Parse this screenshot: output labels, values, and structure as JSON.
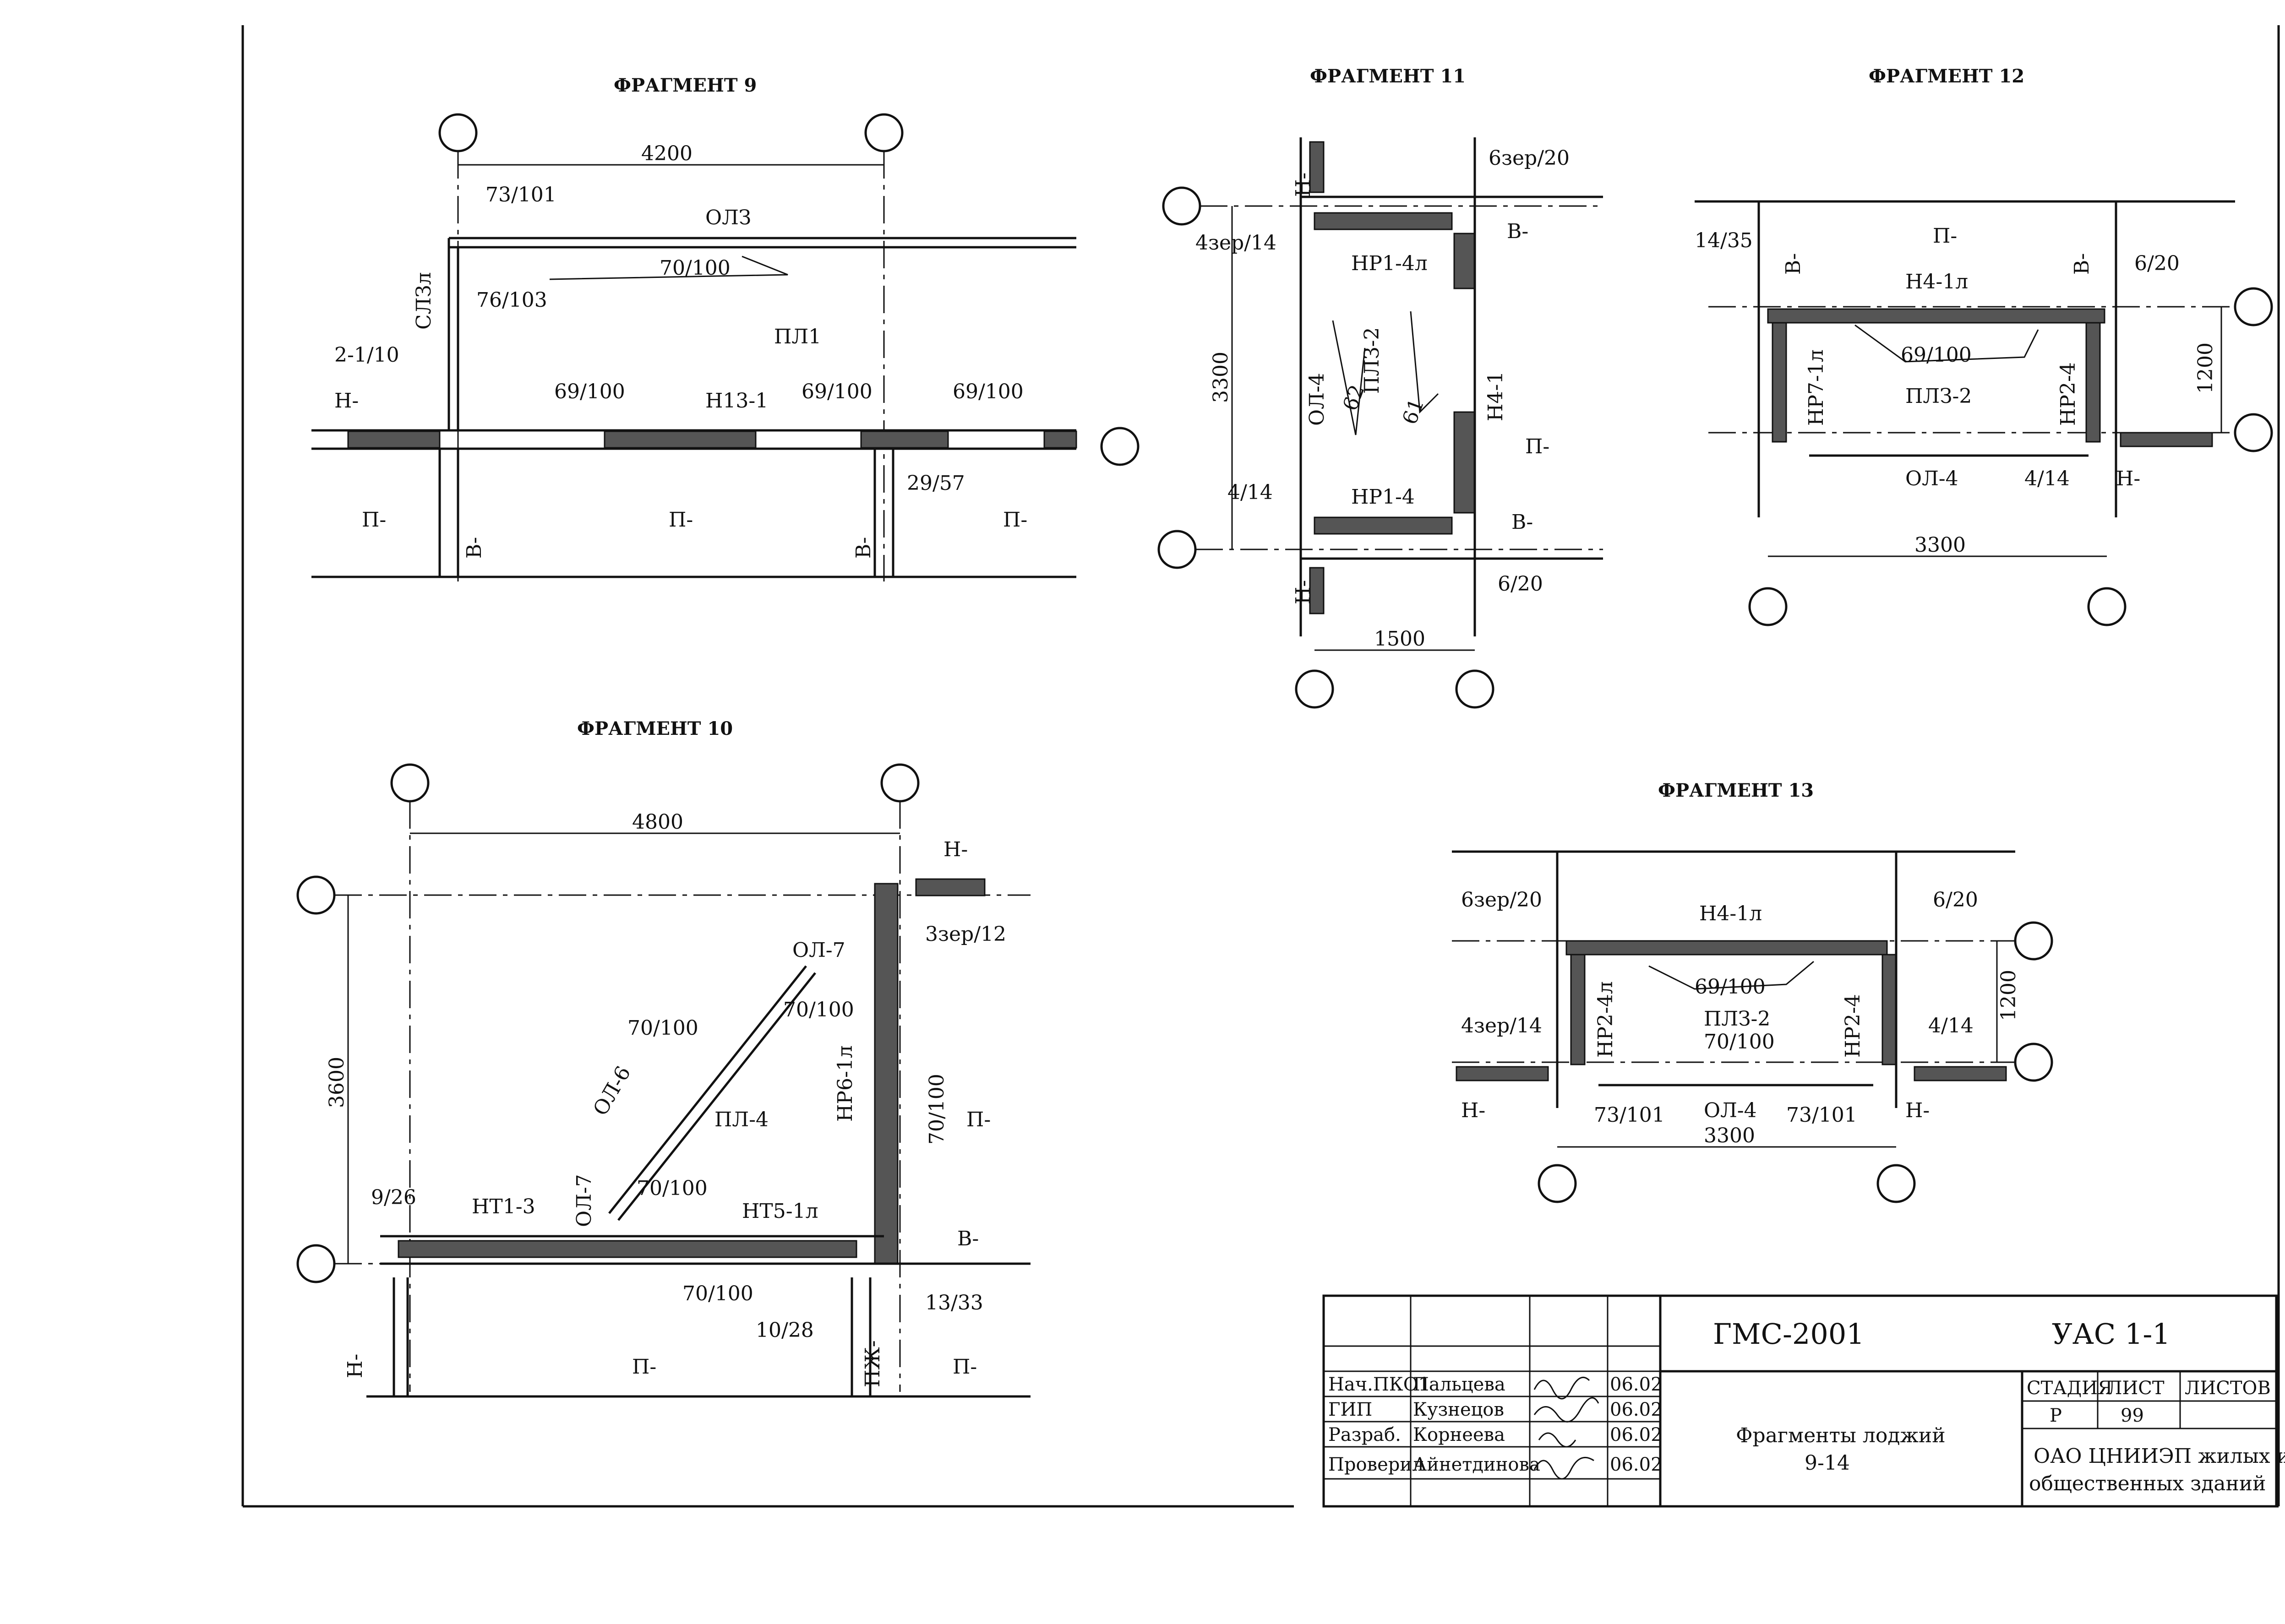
{
  "fragments": {
    "f9": {
      "title": "ФРАГМЕНТ 9",
      "dim": "4200",
      "labels": [
        "73/101",
        "ОЛЗ",
        "70/100",
        "76/103",
        "СЛЗл",
        "ПЛ1",
        "2-1/10",
        "Н-",
        "69/100",
        "Н13-1",
        "69/100",
        "69/100",
        "29/57",
        "П-",
        "В-",
        "П-",
        "В-",
        "П-"
      ]
    },
    "f10": {
      "title": "ФРАГМЕНТ 10",
      "dim_h": "4800",
      "dim_v": "3600",
      "labels": [
        "Н-",
        "3зер/12",
        "ОЛ-7",
        "70/100",
        "70/100",
        "ОЛ-6",
        "ПЛ-4",
        "НР6-1л",
        "70/100",
        "П-",
        "9/26",
        "НТ1-3",
        "ОЛ-7",
        "70/100",
        "НТ5-1л",
        "В-",
        "70/100",
        "10/28",
        "13/33",
        "Н-",
        "П-",
        "ПЖ-",
        "П-"
      ]
    },
    "f11": {
      "title": "ФРАГМЕНТ 11",
      "dim_v": "3300",
      "dim_h": "1500",
      "labels": [
        "Н-",
        "6зер/20",
        "4зер/14",
        "НР1-4л",
        "В-",
        "ОЛ-4",
        "ПЛЗ-2",
        "62",
        "61",
        "Н4-1",
        "П-",
        "4/14",
        "НР1-4",
        "В-",
        "6/20",
        "Н-"
      ]
    },
    "f12": {
      "title": "ФРАГМЕНТ 12",
      "dim_v": "1200",
      "dim_h": "3300",
      "labels": [
        "П-",
        "14/35",
        "В-",
        "Н4-1л",
        "В-",
        "6/20",
        "69/100",
        "НР7-1л",
        "ПЛЗ-2",
        "НР2-4",
        "ОЛ-4",
        "4/14",
        "Н-"
      ]
    },
    "f13": {
      "title": "ФРАГМЕНТ 13",
      "dim_v": "1200",
      "dim_h": "3300",
      "labels": [
        "6зер/20",
        "Н4-1л",
        "6/20",
        "69/100",
        "НР2-4л",
        "ПЛЗ-2",
        "70/100",
        "НР2-4",
        "4зер/14",
        "4/14",
        "Н-",
        "73/101",
        "ОЛ-4",
        "73/101",
        "Н-"
      ]
    }
  },
  "stamp": {
    "code": "ГМС-2001",
    "sheet_code": "УАС 1-1",
    "rows": [
      {
        "role": "Нач.ПКО1",
        "name": "Пальцева",
        "date": "06.02"
      },
      {
        "role": "ГИП",
        "name": "Кузнецов",
        "date": "06.02"
      },
      {
        "role": "Разраб.",
        "name": "Корнеева",
        "date": "06.02"
      },
      {
        "role": "Проверил",
        "name": "Айнетдинова",
        "date": "06.02"
      }
    ],
    "title_line1": "Фрагменты лоджий",
    "title_line2": "9-14",
    "stage_header": "СТАДИЯ",
    "sheet_header": "ЛИСТ",
    "sheets_header": "ЛИСТОВ",
    "stage": "Р",
    "sheet": "99",
    "sheets": "",
    "org_line1": "ОАО ЦНИИЭП жилых и",
    "org_line2": "общественных зданий"
  }
}
